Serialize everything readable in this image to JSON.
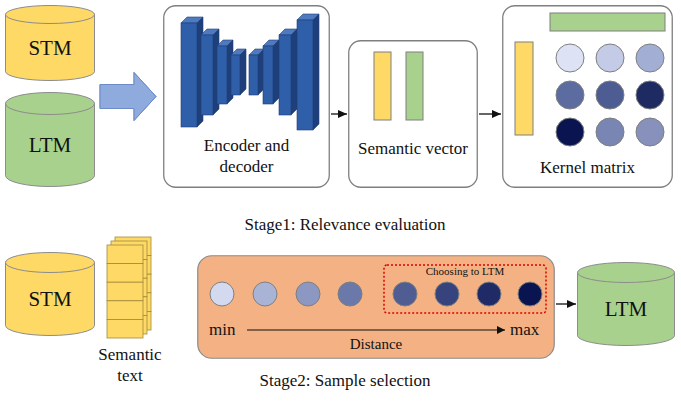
{
  "diagram": {
    "nodes": [
      {
        "text": [
          "STM"
        ]
      },
      {
        "text": [
          "LTM"
        ]
      },
      {
        "text": [
          "Encoder and decoder"
        ]
      },
      {
        "text": [
          "Semantic vector"
        ]
      },
      {
        "text": [
          "Kernel matrix"
        ]
      },
      {
        "text": [
          "STM"
        ]
      },
      {
        "text": [
          "Semantic text"
        ]
      },
      {
        "text": [
          "min",
          "Distance",
          "max"
        ]
      },
      {
        "text": [
          "Choosing to LTM"
        ],
        "in": 7
      },
      {
        "text": [
          "LTM"
        ]
      }
    ],
    "edges": [
      {
        "from": 0,
        "to": 2,
        "arrow": "to"
      },
      {
        "from": 1,
        "to": 2,
        "arrow": "to"
      },
      {
        "from": 2,
        "to": 3,
        "arrow": "to"
      },
      {
        "from": 3,
        "to": 4,
        "arrow": "to"
      },
      {
        "from": 7,
        "to": 9,
        "arrow": "to"
      }
    ],
    "labels": [
      "Stage1: Relevance evaluation",
      "Stage2: Sample selection"
    ]
  }
}
